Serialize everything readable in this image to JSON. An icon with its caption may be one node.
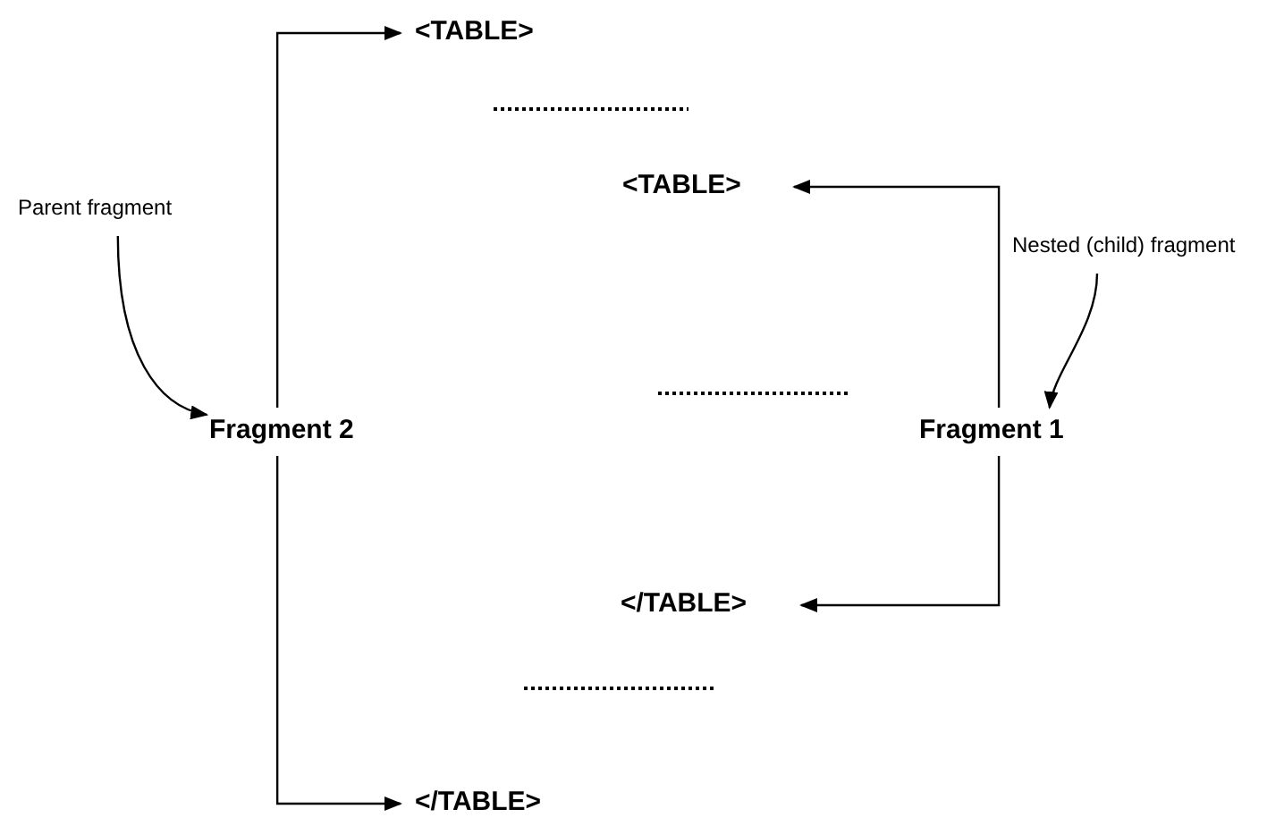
{
  "diagram": {
    "nodes": [
      {
        "text": [
          "<TABLE>"
        ]
      },
      {
        "text": [
          "Parent fragment"
        ]
      },
      {
        "text": [
          "<TABLE>"
        ]
      },
      {
        "text": [
          "Nested (child) fragment"
        ]
      },
      {
        "text": [
          "Fragment 2"
        ]
      },
      {
        "text": [
          "Fragment 1"
        ]
      },
      {
        "text": [
          "</TABLE>"
        ]
      },
      {
        "text": [
          "</TABLE>"
        ]
      }
    ],
    "edges": [
      {
        "from": 4,
        "to": 0,
        "arrow": "to"
      },
      {
        "from": 4,
        "to": 7,
        "arrow": "to"
      },
      {
        "from": 5,
        "to": 2,
        "arrow": "to"
      },
      {
        "from": 5,
        "to": 6,
        "arrow": "to"
      },
      {
        "from": 1,
        "to": 4,
        "arrow": "to"
      },
      {
        "from": 3,
        "to": 5,
        "arrow": "to"
      }
    ]
  }
}
